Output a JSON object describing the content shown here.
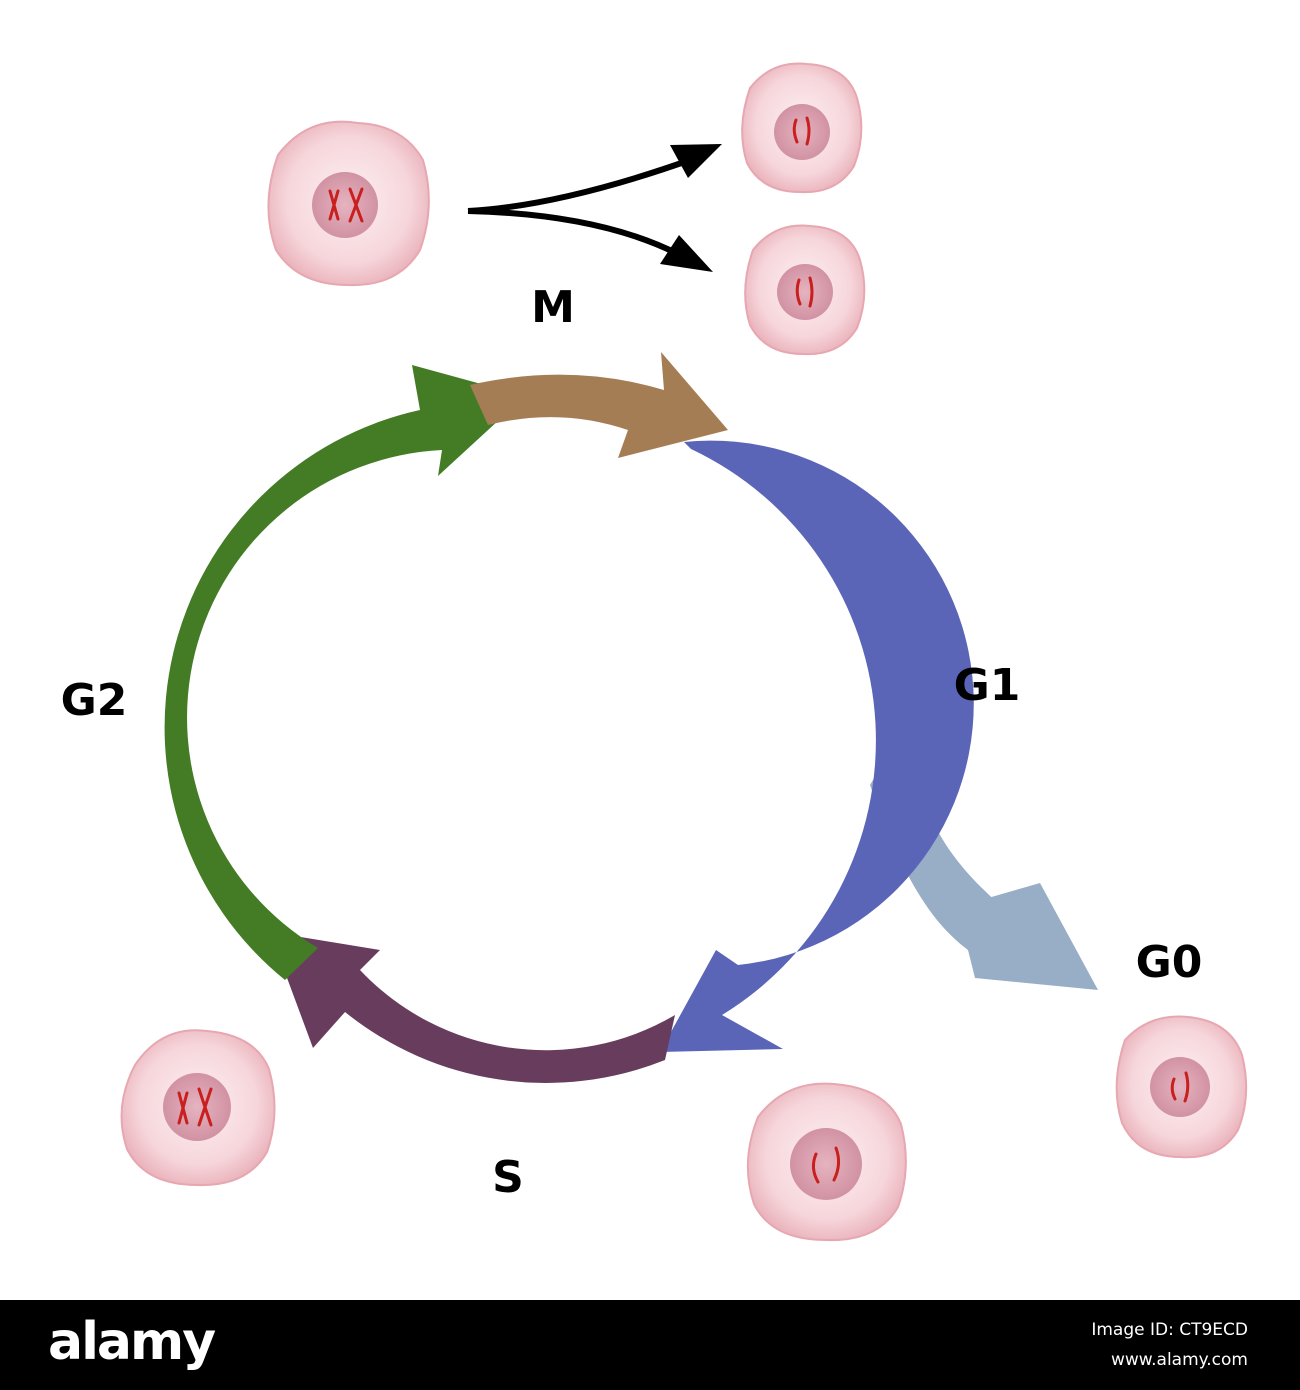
{
  "labels": {
    "m": "M",
    "g1": "G1",
    "g2": "G2",
    "s": "S",
    "g0": "G0"
  },
  "colors": {
    "m_phase": "#a57d55",
    "g1_phase": "#5a65b8",
    "s_phase": "#673c5c",
    "g2_phase": "#447c25",
    "g0_exit": "#97aec6",
    "cell_body": "#f7d7dc",
    "cell_edge": "#e39aa5",
    "nucleus": "#d99aa9",
    "chromosome": "#cc1a1a"
  },
  "footer": {
    "logo": "alamy",
    "image_id": "Image ID: CT9ECD",
    "site": "www.alamy.com"
  }
}
